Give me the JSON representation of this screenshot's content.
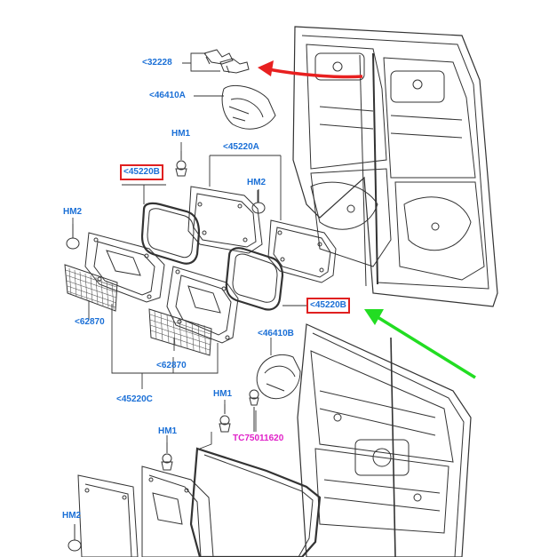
{
  "colors": {
    "label_blue": "#1a6fd6",
    "label_magenta": "#e020c8",
    "highlight_red": "#e02020",
    "arrow_red": "#e82020",
    "arrow_green": "#22dd22",
    "line": "#333333"
  },
  "labels": {
    "p32228": "<32228",
    "p46410A": "<46410A",
    "p45220A": "<45220A",
    "p45220B_top": "<45220B",
    "p45220B_right": "<45220B",
    "p62870_left": "<62870",
    "p62870_center": "<62870",
    "p45220C": "<45220C",
    "p46410B": "<46410B",
    "tc": "TC75011620",
    "hm1_top": "HM1",
    "hm1_mid": "HM1",
    "hm1_low": "HM1",
    "hm2_left": "HM2",
    "hm2_mid": "HM2",
    "hm2_bottom": "HM2"
  },
  "icons": {
    "red_arrow": "arrow-left-icon",
    "green_arrow": "arrow-up-left-icon"
  }
}
